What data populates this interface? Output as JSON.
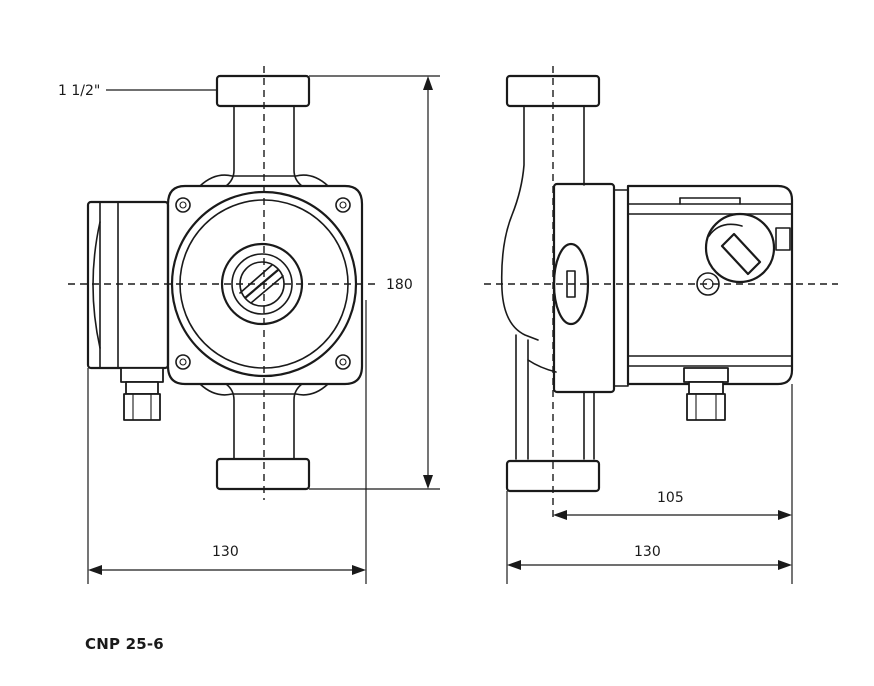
{
  "drawing": {
    "thread_label": "1 1/2\"",
    "height_label": "180",
    "width_front_label": "130",
    "width_side_label": "130",
    "depth_label": "105",
    "model": "CNP 25-6"
  }
}
